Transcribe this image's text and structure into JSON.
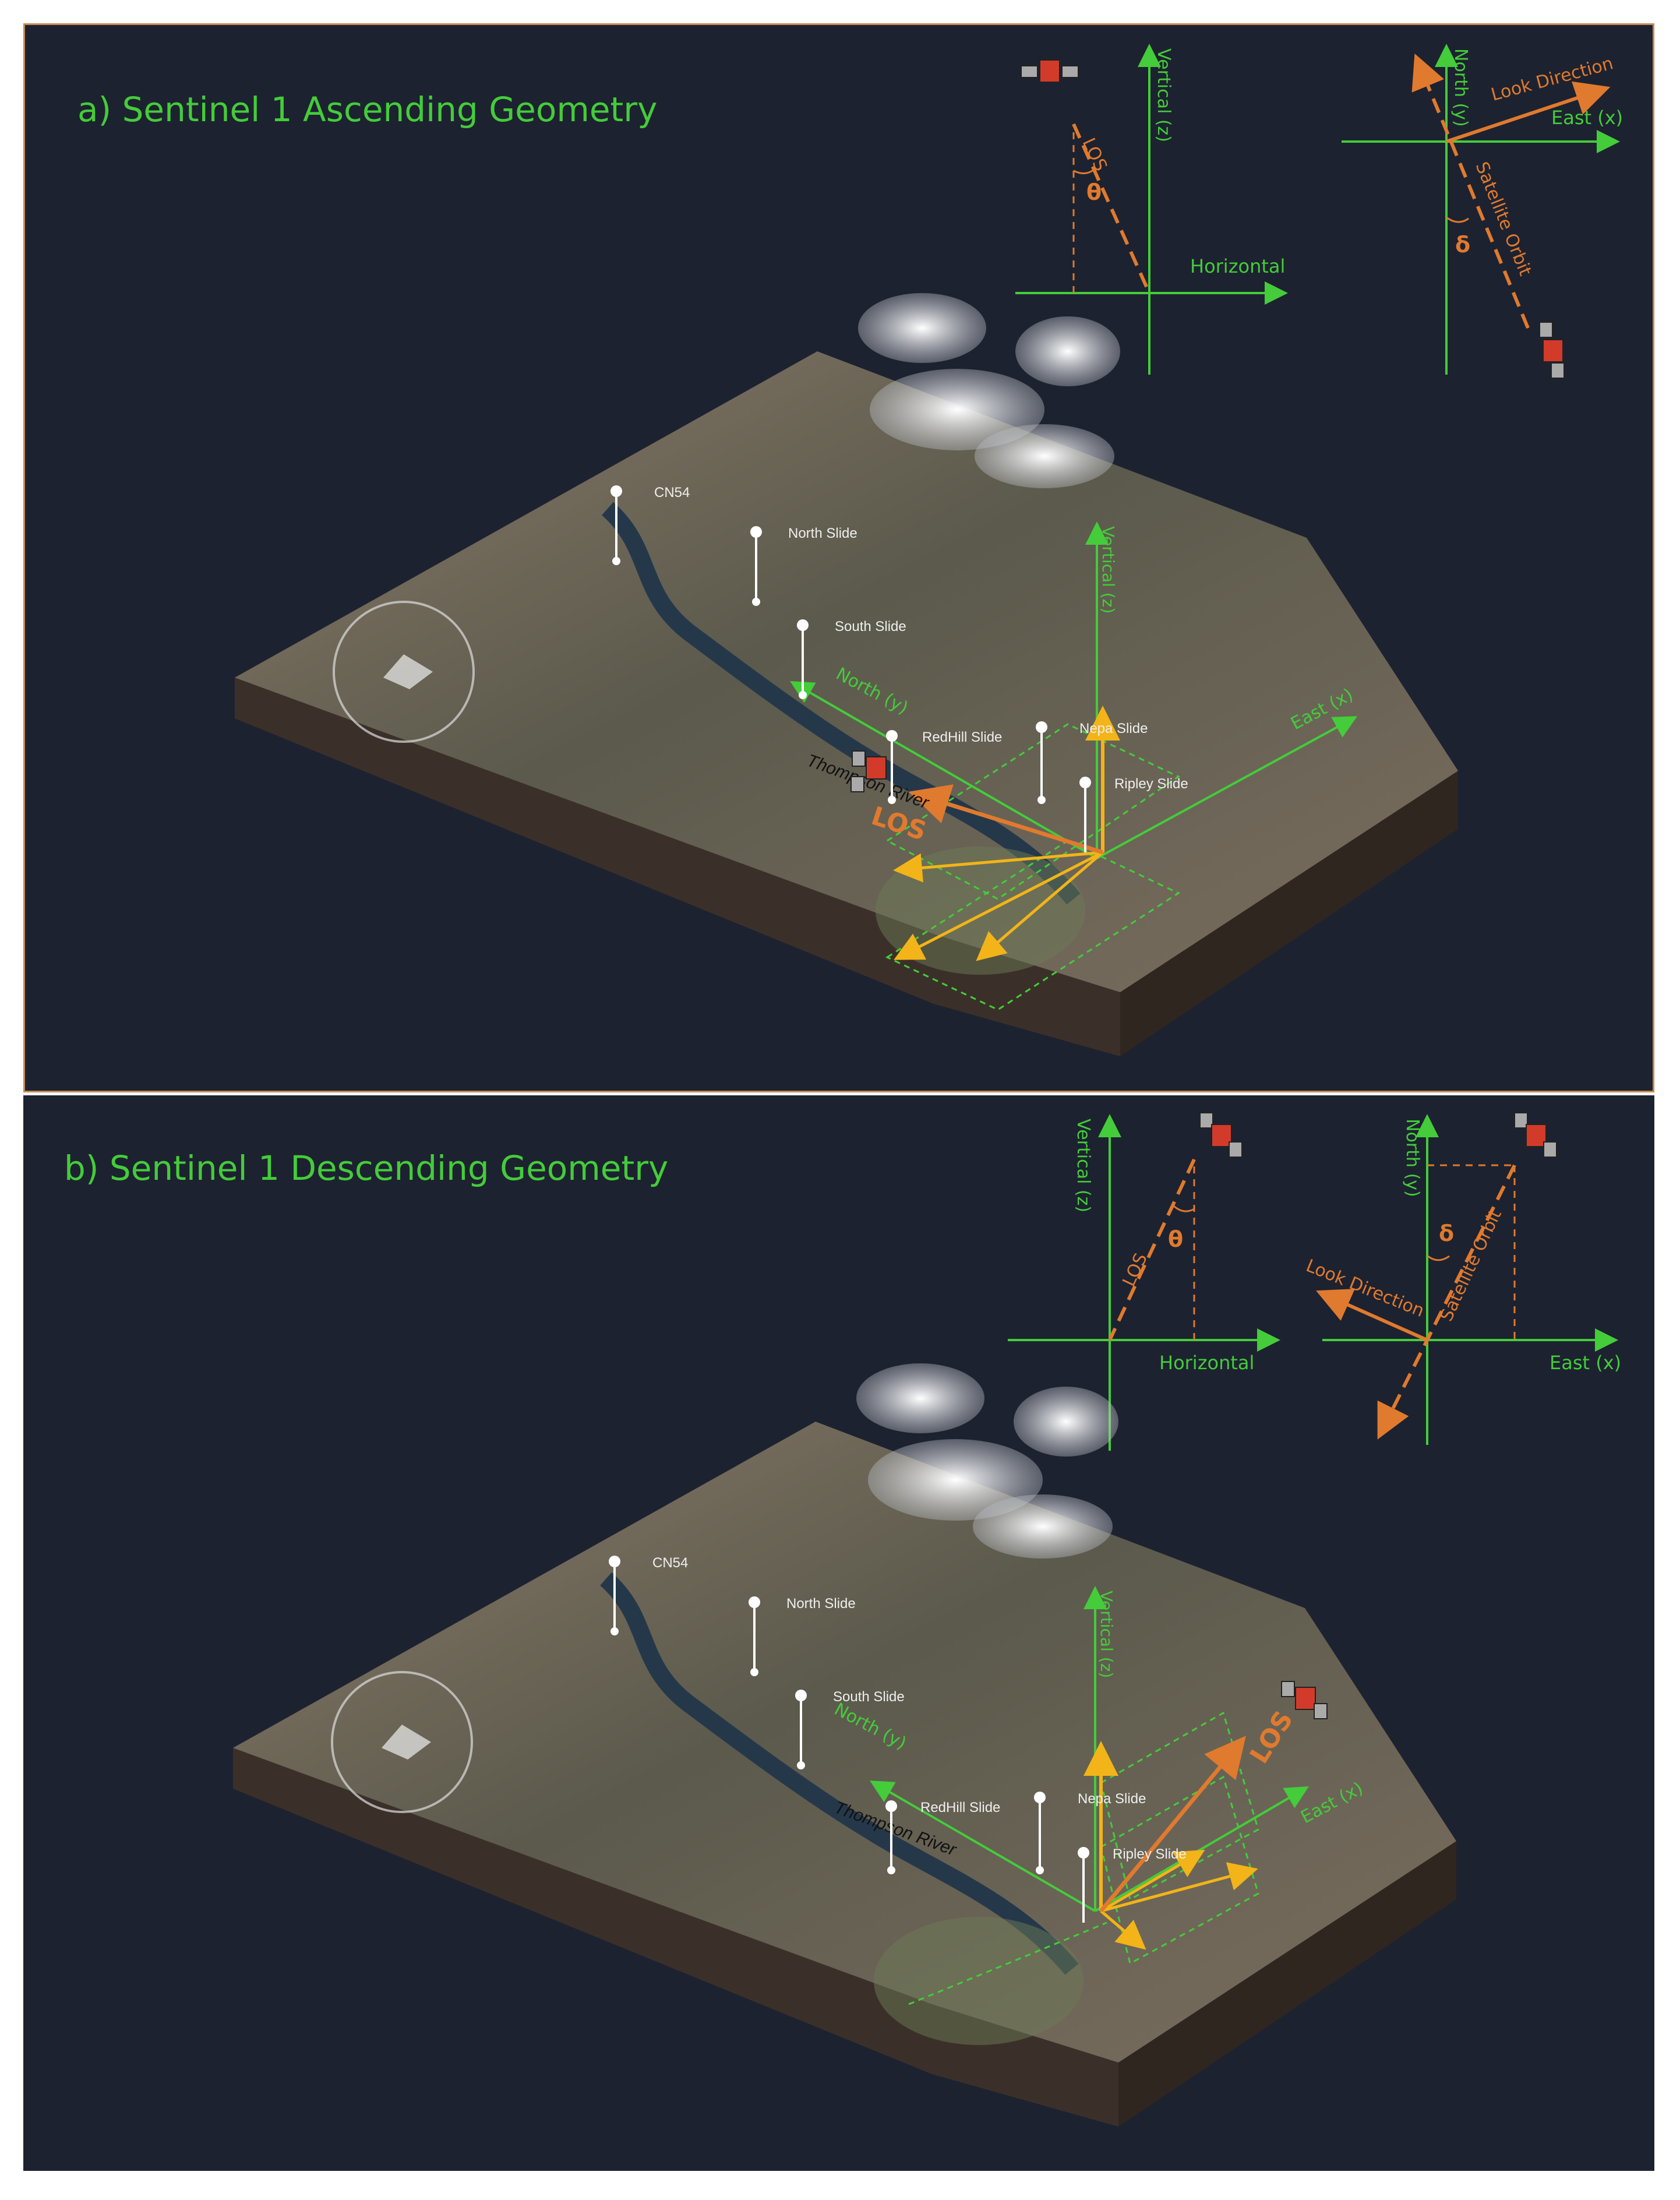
{
  "colors": {
    "background": "#1d2230",
    "axis_green": "#44cc3a",
    "los_orange": "#e07a2e",
    "vector_yellow": "#f2b418",
    "frame_border": "#c38a52"
  },
  "panels": [
    {
      "title": "a) Sentinel 1 Ascending Geometry",
      "side_view": {
        "vertical_label": "Vertical (z)",
        "horizontal_label": "Horizontal",
        "los_label": "LOS",
        "angle_symbol": "θ"
      },
      "plan_view": {
        "north_label": "North (y)",
        "east_label": "East (x)",
        "look_label": "Look Direction",
        "orbit_label": "Satellite Orbit",
        "angle_symbol": "δ"
      },
      "terrain": {
        "markers": [
          "CN54",
          "North Slide",
          "South Slide",
          "RedHill Slide",
          "Nepa Slide",
          "Ripley Slide"
        ],
        "river_label": "Thompson River",
        "axis_vertical": "Vertical (z)",
        "axis_north": "North (y)",
        "axis_east": "East (x)",
        "los_label": "LOS"
      }
    },
    {
      "title": "b) Sentinel 1 Descending Geometry",
      "side_view": {
        "vertical_label": "Vertical (z)",
        "horizontal_label": "Horizontal",
        "los_label": "LOS",
        "angle_symbol": "θ"
      },
      "plan_view": {
        "north_label": "North (y)",
        "east_label": "East (x)",
        "look_label": "Look Direction",
        "orbit_label": "Satellite Orbit",
        "angle_symbol": "δ"
      },
      "terrain": {
        "markers": [
          "CN54",
          "North Slide",
          "South Slide",
          "RedHill Slide",
          "Nepa Slide",
          "Ripley Slide"
        ],
        "river_label": "Thompson River",
        "axis_vertical": "Vertical (z)",
        "axis_north": "North (y)",
        "axis_east": "East (x)",
        "los_label": "LOS"
      }
    }
  ]
}
